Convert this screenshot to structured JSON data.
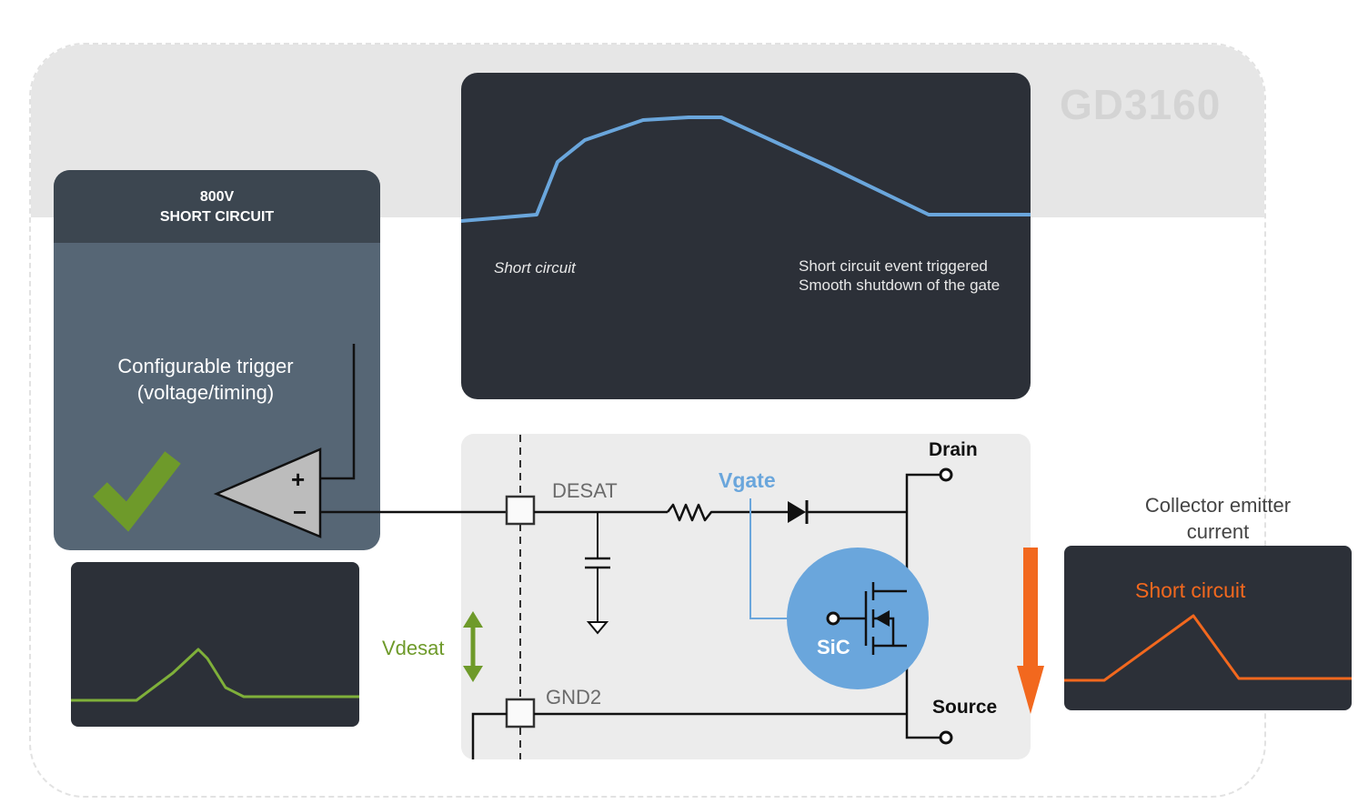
{
  "chip": {
    "name": "GD3160"
  },
  "card": {
    "title_line1": "800V",
    "title_line2": "SHORT CIRCUIT",
    "trigger_line1": "Configurable trigger",
    "trigger_line2": "(voltage/timing)"
  },
  "main_scope": {
    "left_label": "Short circuit",
    "right_line1": "Short circuit event triggered",
    "right_line2": "Smooth shutdown of the gate",
    "trace_color": "#6aa6dc"
  },
  "circuit": {
    "desat": "DESAT",
    "gnd2": "GND2",
    "vgate": "Vgate",
    "drain": "Drain",
    "source": "Source",
    "sic": "SiC",
    "vdesat": "Vdesat",
    "comparator_plus": "+",
    "comparator_minus": "−"
  },
  "current_scope": {
    "title_line1": "Collector emitter",
    "title_line2": "current",
    "label": "Short circuit",
    "trace_color": "#f2681e"
  },
  "colors": {
    "dark_panel": "#2c3038",
    "card": "#566675",
    "check": "#6e9a2a",
    "sic_circle": "#6aa6dc",
    "arrow": "#f2681e"
  }
}
